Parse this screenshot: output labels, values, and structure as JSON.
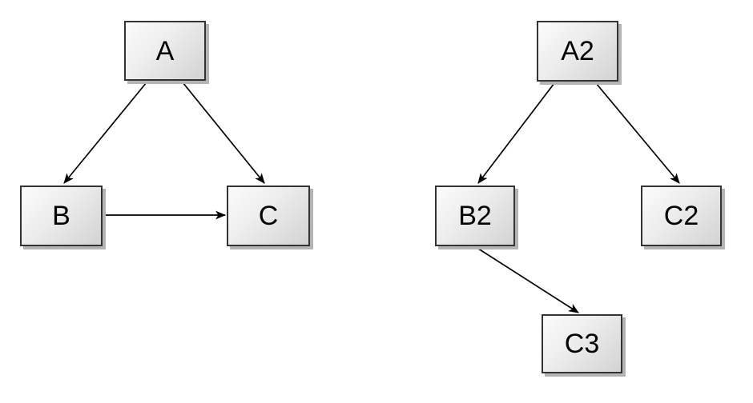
{
  "page": {
    "background_color": "#ffffff"
  },
  "diagram": {
    "style": {
      "node_fill_light": "#fcfcfc",
      "node_fill_dark": "#d3d3d3",
      "node_border_color": "#333333",
      "node_shadow_color": "#b4b4b4",
      "edge_color": "#000000",
      "label_color": "#000000"
    },
    "graphs": [
      {
        "name": "left-graph",
        "nodes": [
          {
            "id": "A",
            "label": "A"
          },
          {
            "id": "B",
            "label": "B"
          },
          {
            "id": "C",
            "label": "C"
          }
        ],
        "edges": [
          {
            "from": "A",
            "to": "B"
          },
          {
            "from": "A",
            "to": "C"
          },
          {
            "from": "B",
            "to": "C"
          }
        ]
      },
      {
        "name": "right-graph",
        "nodes": [
          {
            "id": "A2",
            "label": "A2"
          },
          {
            "id": "B2",
            "label": "B2"
          },
          {
            "id": "C2",
            "label": "C2"
          },
          {
            "id": "C3",
            "label": "C3"
          }
        ],
        "edges": [
          {
            "from": "A2",
            "to": "B2"
          },
          {
            "from": "A2",
            "to": "C2"
          },
          {
            "from": "B2",
            "to": "C3"
          }
        ]
      }
    ]
  }
}
